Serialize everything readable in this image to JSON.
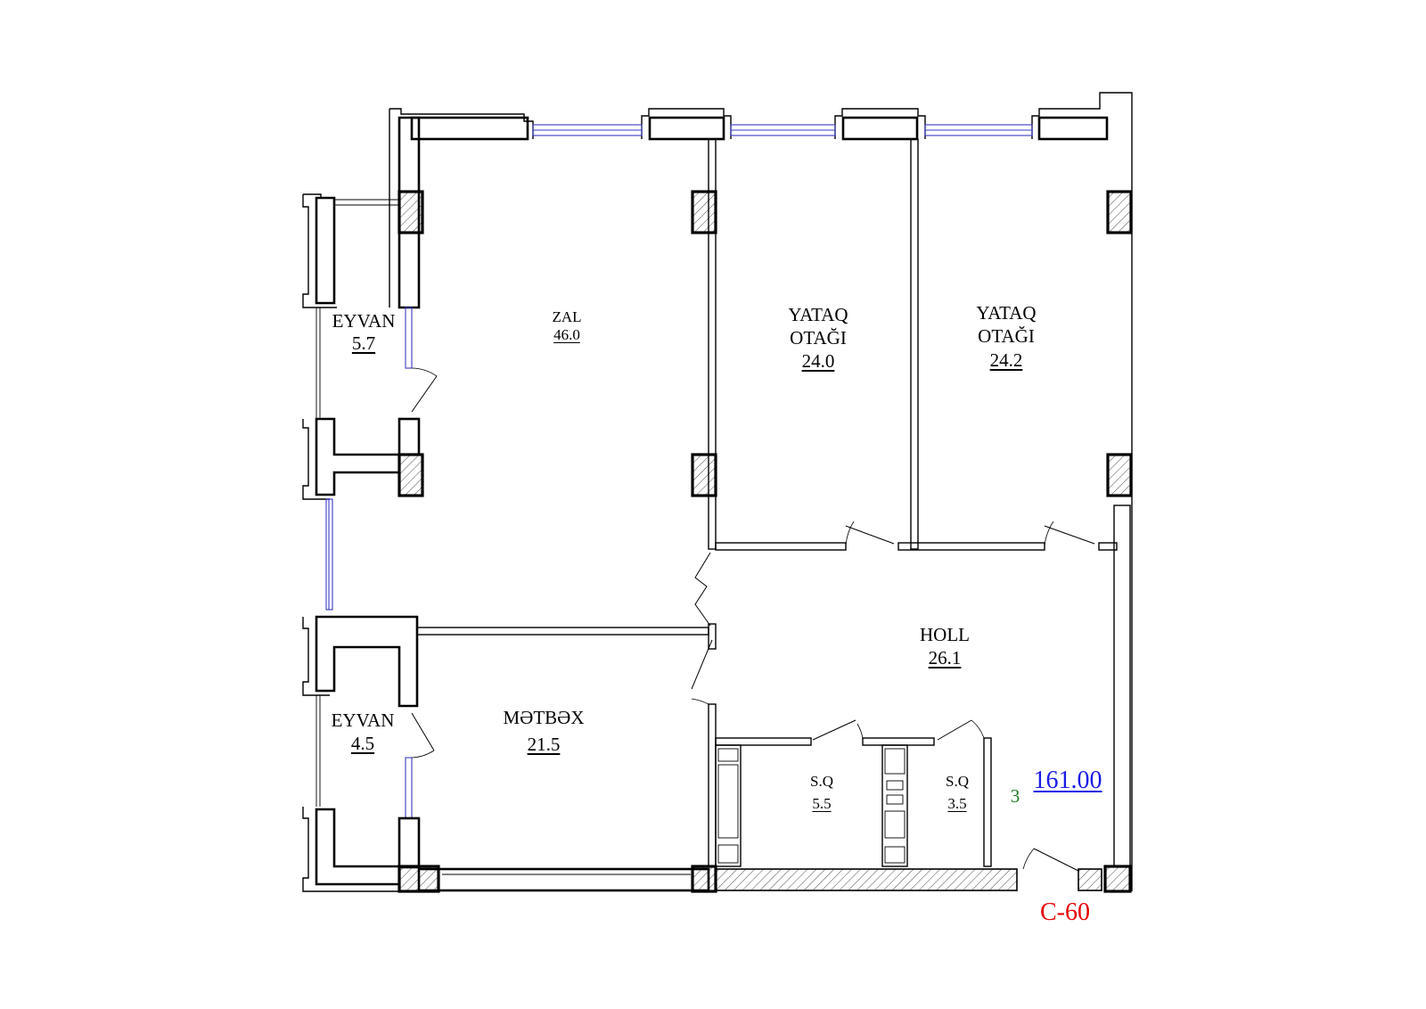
{
  "plan": {
    "unit_code": "C-60",
    "total_area": "161.00",
    "floor_marker": "3",
    "colors": {
      "walls": "#000000",
      "windows": "#3a3ac8",
      "total_area": "#1a1ae6",
      "unit_code": "#e60000",
      "floor_marker": "#1d7a1d"
    }
  },
  "rooms": {
    "zal": {
      "name": "ZAL",
      "area": "46.0"
    },
    "bedroom1": {
      "name_line1": "YATAQ",
      "name_line2": "OTAĞI",
      "area": "24.0"
    },
    "bedroom2": {
      "name_line1": "YATAQ",
      "name_line2": "OTAĞI",
      "area": "24.2"
    },
    "balcony_top": {
      "name": "EYVAN",
      "area": "5.7"
    },
    "balcony_bottom": {
      "name": "EYVAN",
      "area": "4.5"
    },
    "kitchen": {
      "name": "MƏTBƏX",
      "area": "21.5"
    },
    "hall": {
      "name": "HOLL",
      "area": "26.1"
    },
    "bath1": {
      "name": "S.Q",
      "area": "5.5"
    },
    "bath2": {
      "name": "S.Q",
      "area": "3.5"
    }
  }
}
